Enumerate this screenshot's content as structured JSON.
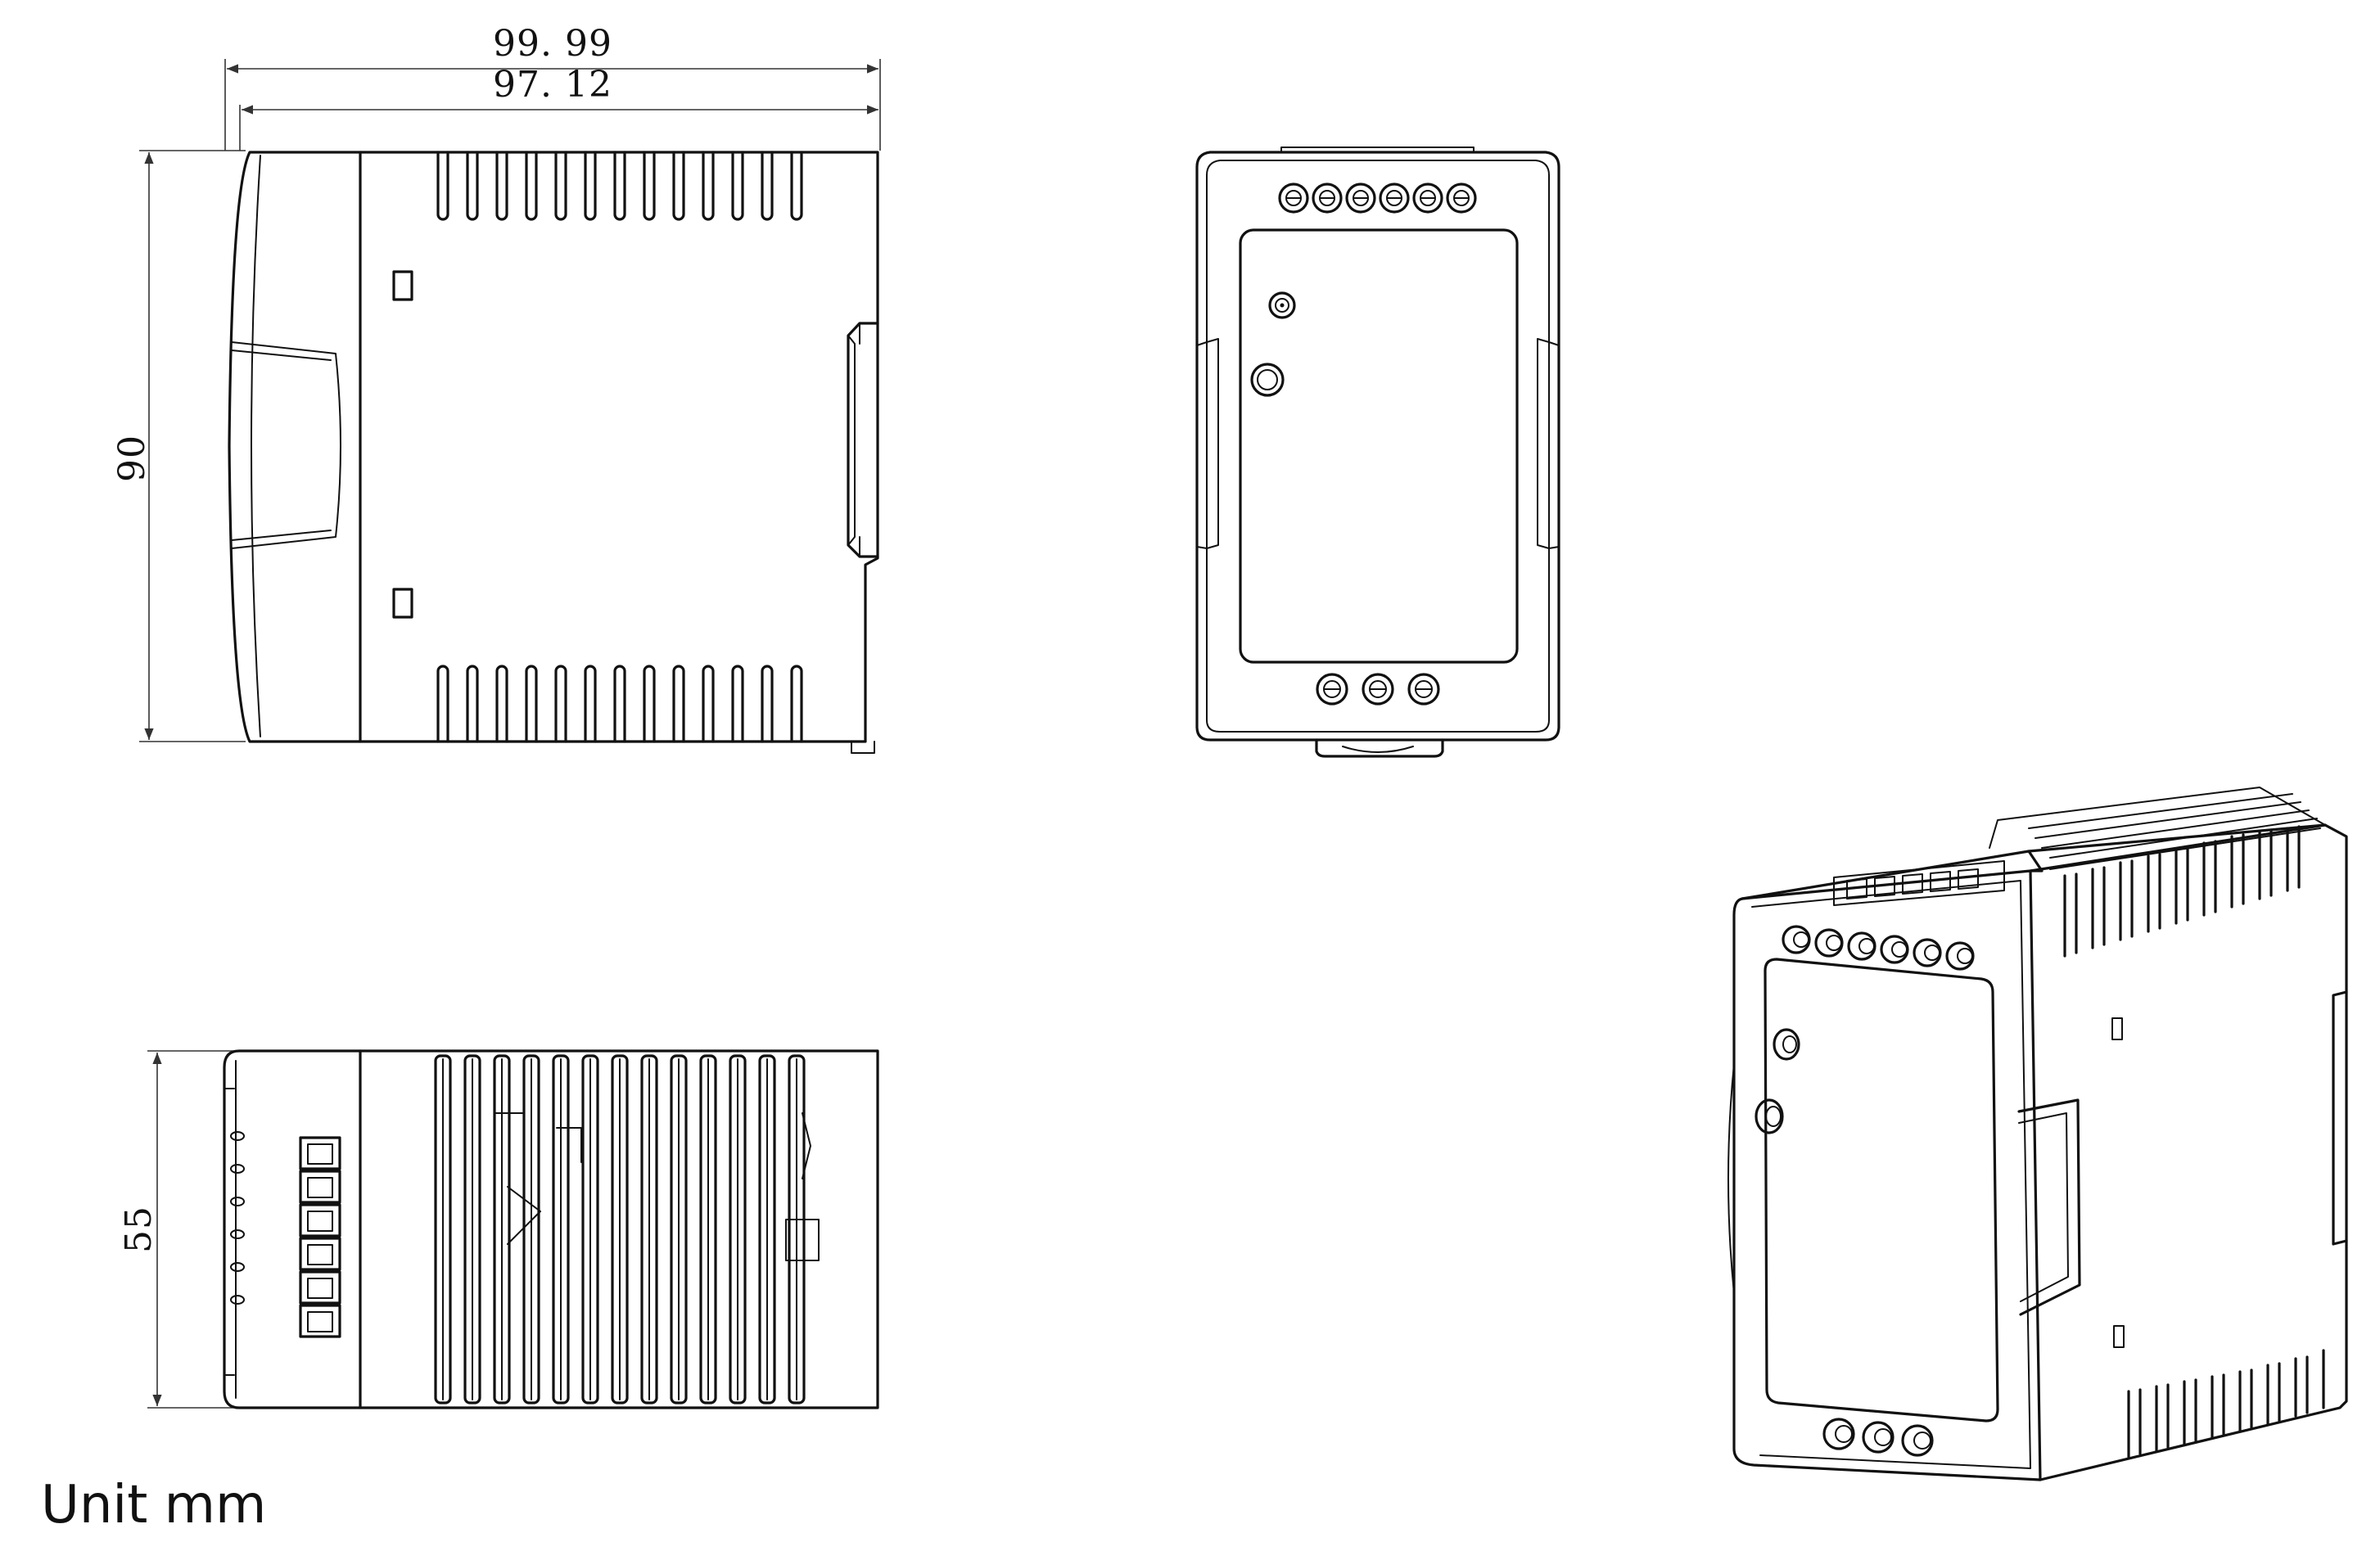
{
  "dimensions": {
    "overall_width": "99. 99",
    "body_width": "97. 12",
    "height": "90",
    "depth": "55"
  },
  "unit_label": "Unit mm",
  "colors": {
    "line": "#111111",
    "background": "#ffffff"
  }
}
